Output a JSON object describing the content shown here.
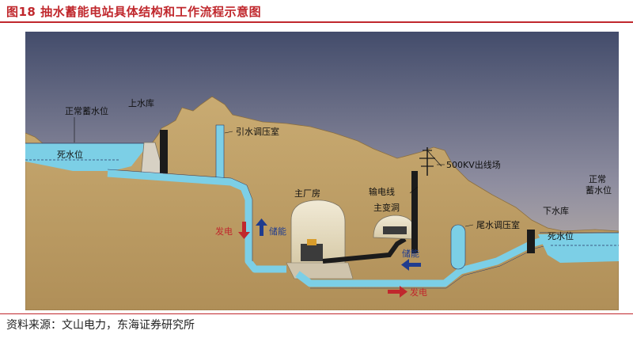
{
  "header": {
    "title": "图18  抽水蓄能电站具体结构和工作流程示意图"
  },
  "footer": {
    "source": "资料来源：文山电力，东海证券研究所"
  },
  "diagram": {
    "labels": {
      "upper_reservoir": "上水库",
      "normal_water_level_upper": "正常蓄水位",
      "dead_water_level_upper": "死水位",
      "surge_chamber_inlet": "引水调压室",
      "main_powerhouse": "主厂房",
      "transmission_line": "输电线",
      "main_transformer_cavern": "主变洞",
      "outgoing_yard": "500KV出线场",
      "tailrace_surge_chamber": "尾水调压室",
      "lower_reservoir": "下水库",
      "normal_water_level_lower_1": "正常",
      "normal_water_level_lower_2": "蓄水位",
      "dead_water_level_lower": "死水位",
      "generate_left": "发电",
      "store_left": "储能",
      "store_right": "储能",
      "generate_right": "发电"
    },
    "colors": {
      "sky_top": "#46506e",
      "sky_bottom": "#c7b8a8",
      "mountain": "#bfa06a",
      "water": "#7ccfe6",
      "generate_arrow": "#c0282d",
      "store_arrow": "#1f3c8f"
    }
  }
}
